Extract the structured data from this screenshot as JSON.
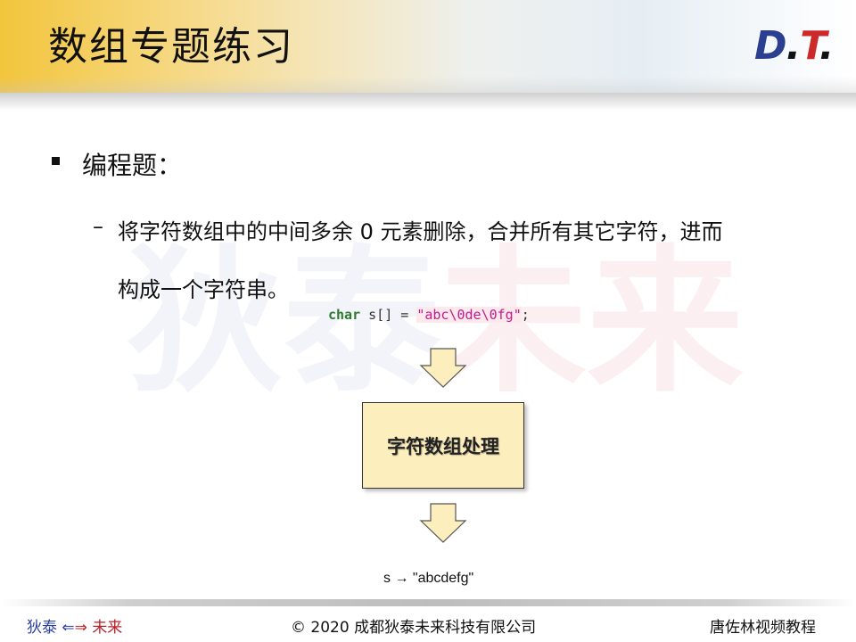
{
  "header": {
    "title": "数组专题练习",
    "logo": {
      "d": "D",
      "dot1": ".",
      "t": "T",
      "dot2": "."
    }
  },
  "watermark": {
    "left": "狄泰",
    "right": "未来"
  },
  "content": {
    "bullet": "编程题：",
    "dash": "–",
    "desc_line1": "将字符数组中的中间多余 0 元素删除，合并所有其它字符，进而",
    "desc_line2": "构成一个字符串。",
    "code": {
      "keyword": "char",
      "middle": " s[] = ",
      "string": "\"abc\\0de\\0fg\"",
      "end": ";"
    },
    "process_box": "字符数组处理",
    "result": "s → \"abcdefg\""
  },
  "footer": {
    "left_a": "狄泰",
    "left_b": "未来",
    "center": "© 2020 成都狄泰未来科技有限公司",
    "right": "唐佐林视频教程"
  },
  "colors": {
    "header_gold": "#f2c53c",
    "box_fill": "#fdeebd",
    "arrow_fill": "#fdeebd",
    "logo_blue": "#2a3f8f",
    "logo_red": "#cc2a2a",
    "keyword_green": "#2f7a2f",
    "string_magenta": "#c8198c"
  }
}
